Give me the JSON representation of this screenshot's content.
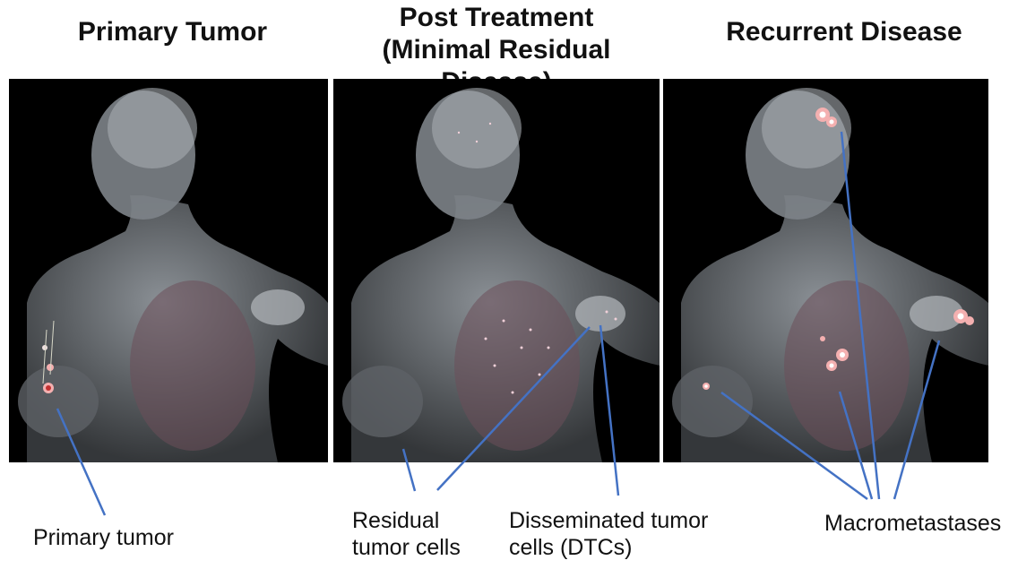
{
  "titles": {
    "primary": "Primary Tumor",
    "post_line1": "Post Treatment",
    "post_line2": "(Minimal Residual Disease)",
    "recurrent": "Recurrent Disease"
  },
  "labels": {
    "primary_tumor": "Primary tumor",
    "residual_line1": "Residual",
    "residual_line2": "tumor cells",
    "dtc_line1": "Disseminated tumor",
    "dtc_line2": "cells (DTCs)",
    "macro": "Macrometastases"
  },
  "colors": {
    "leader_line": "#4472c4",
    "panel_bg": "#000000",
    "body": "#8a8f94",
    "tumor": "#f4b0b0"
  }
}
